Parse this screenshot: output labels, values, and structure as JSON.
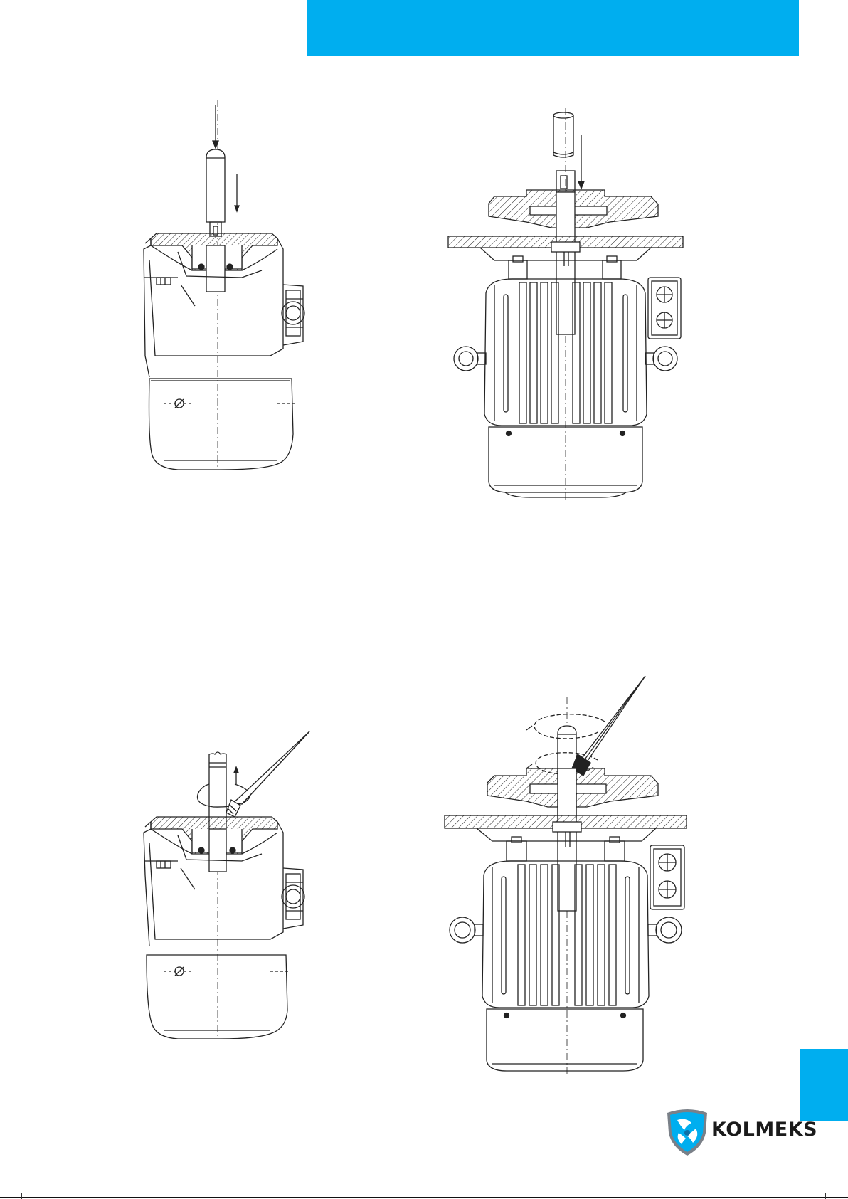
{
  "colors": {
    "accent": "#00aeef",
    "line": "#222222",
    "brand_text": "#1a1a1a"
  },
  "header": {
    "bar_color": "#00aeef"
  },
  "side_tab": {
    "color": "#00aeef"
  },
  "figures": [
    {
      "id": "fig-1",
      "subject": "motor-side-section-press-fit-sleeve"
    },
    {
      "id": "fig-2",
      "subject": "flanged-motor-front-press-fit-sleeve"
    },
    {
      "id": "fig-3",
      "subject": "motor-side-section-grease-brush"
    },
    {
      "id": "fig-4",
      "subject": "flanged-motor-front-grease-brush"
    }
  ],
  "logo": {
    "text": "KOLMEKS",
    "icon": "kolmeks-shield-icon"
  }
}
